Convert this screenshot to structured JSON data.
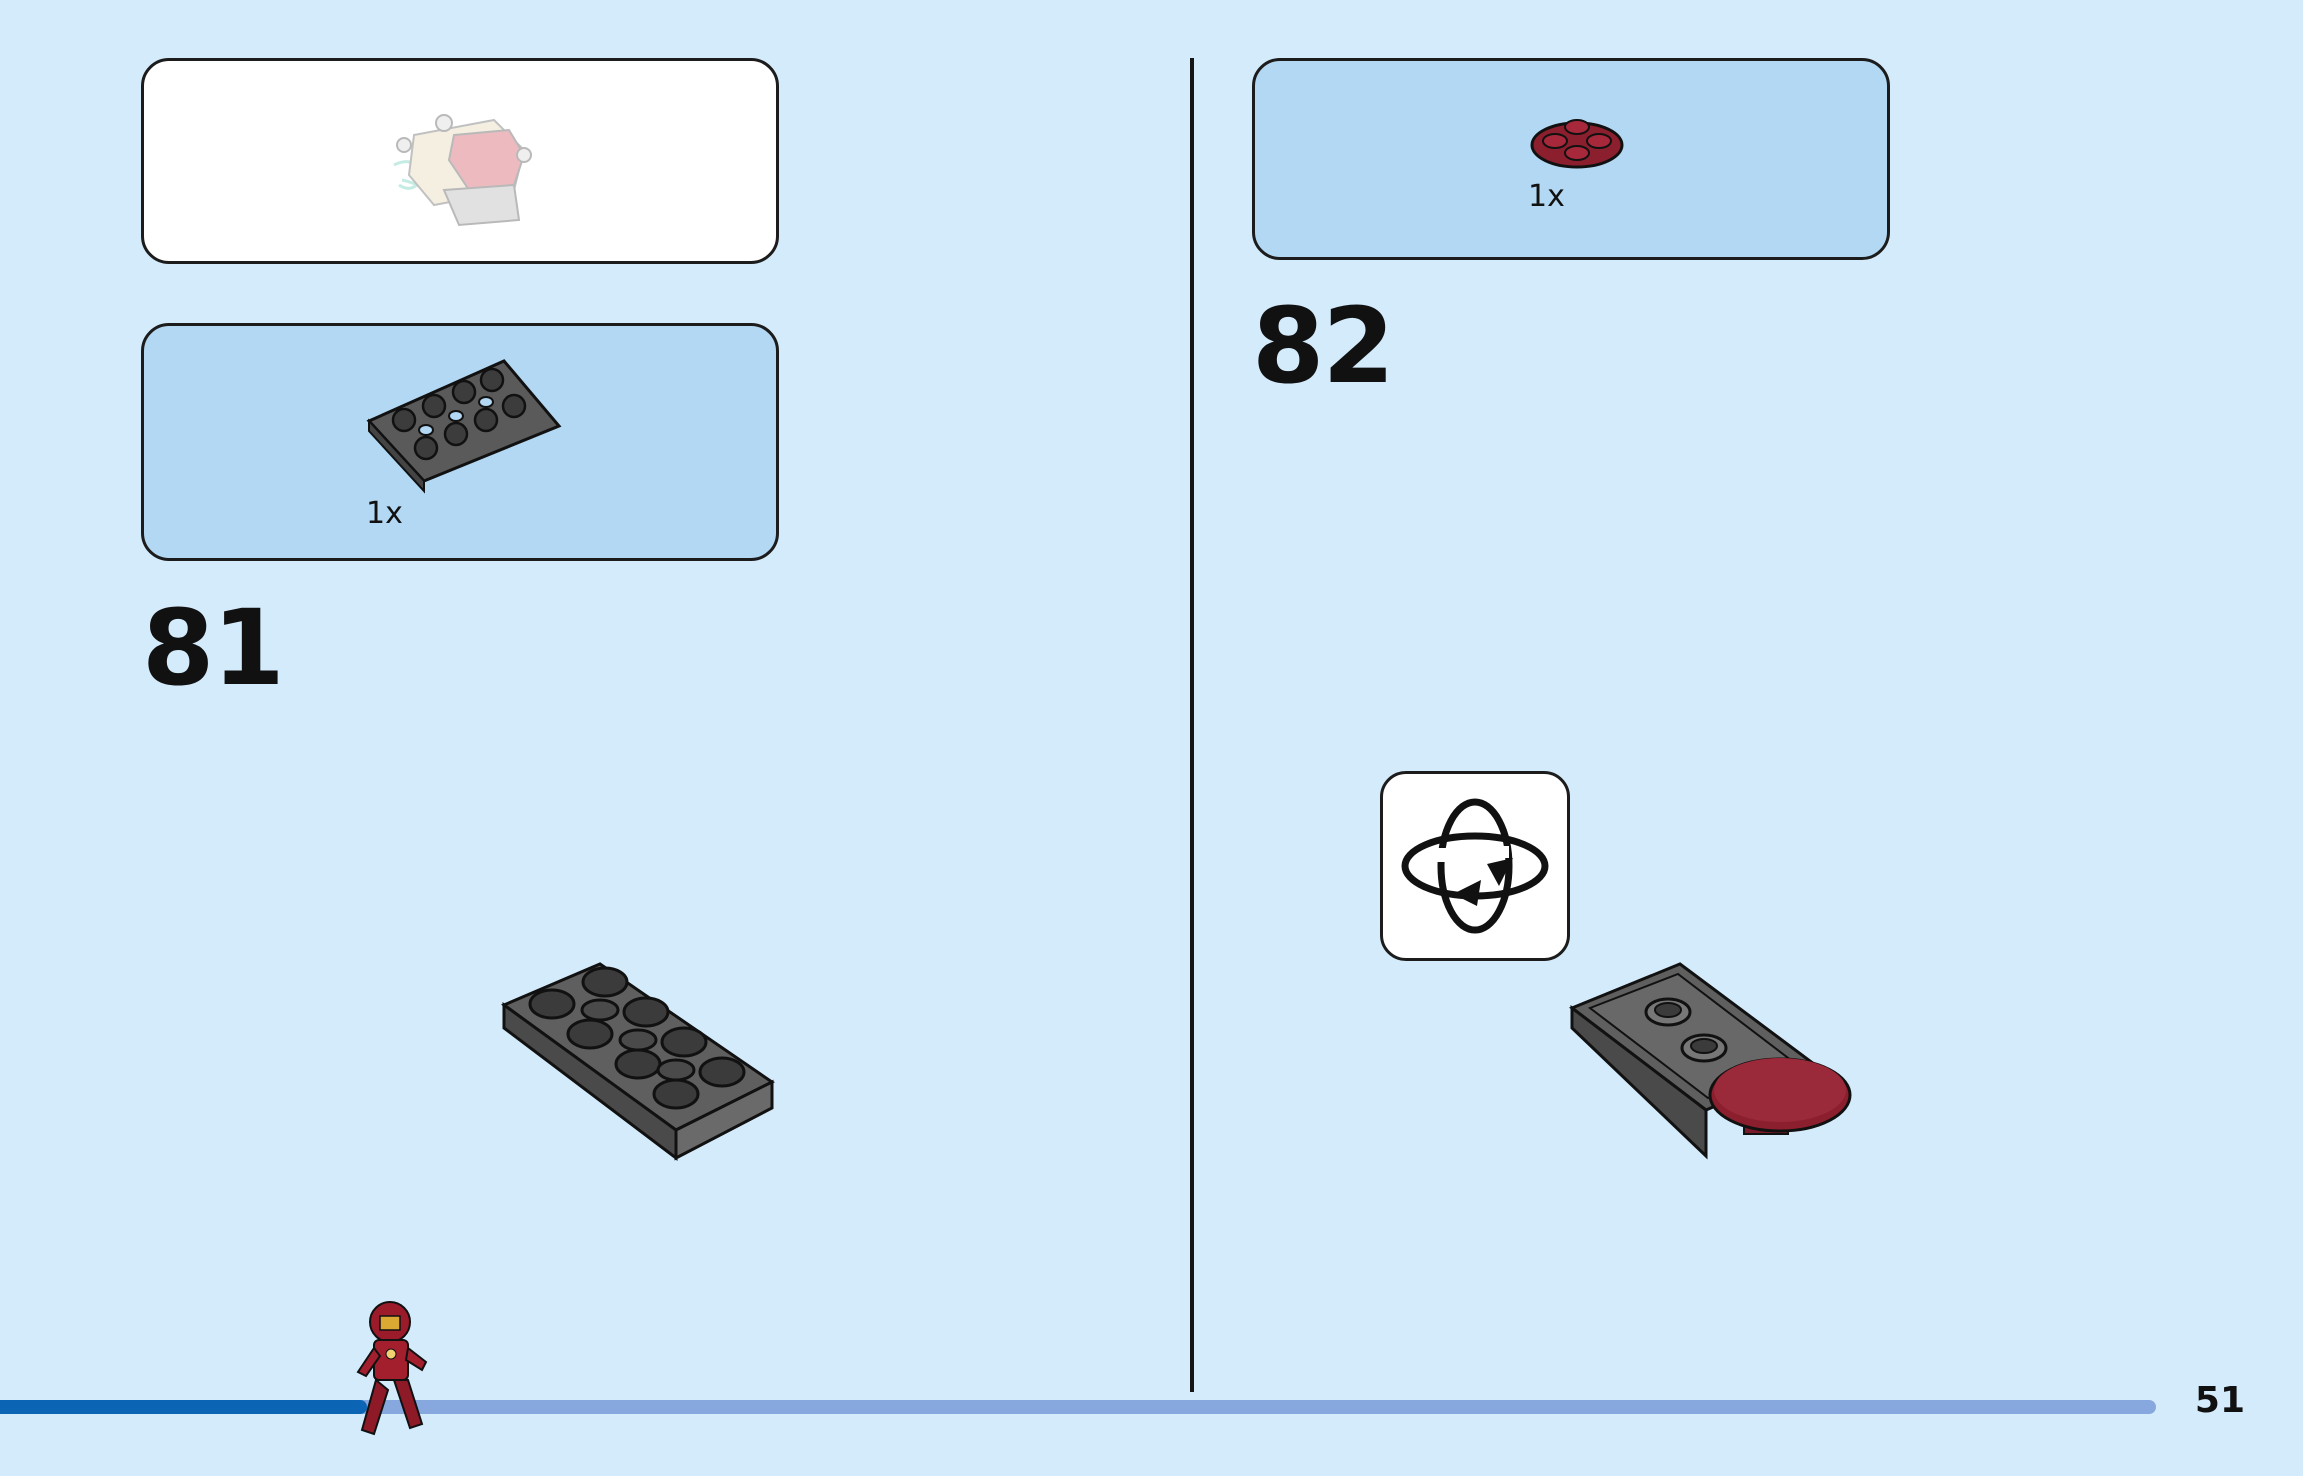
{
  "left_page": {
    "submodel_callout": {},
    "parts_list": {
      "items": [
        {
          "part": "dark-gray-plate-2x4-with-holes",
          "quantity": "1x"
        }
      ]
    },
    "step_number": "81"
  },
  "right_page": {
    "parts_list": {
      "items": [
        {
          "part": "dark-red-round-plate-2x2",
          "quantity": "1x"
        }
      ]
    },
    "step_number": "82",
    "rotate_icon": "rotate-model-icon"
  },
  "footer": {
    "page_number": "51",
    "progress_fraction": 0.17,
    "colors": {
      "progress_fill": "#0b64b4",
      "progress_track": "#86a8df"
    },
    "mascot_icon": "iron-man-minifigure-icon"
  },
  "colors": {
    "background": "#d4ebfb",
    "callout_blue": "#b2d8f3",
    "dark_gray": "#5a5a5a",
    "dark_red": "#8c1f2e"
  }
}
